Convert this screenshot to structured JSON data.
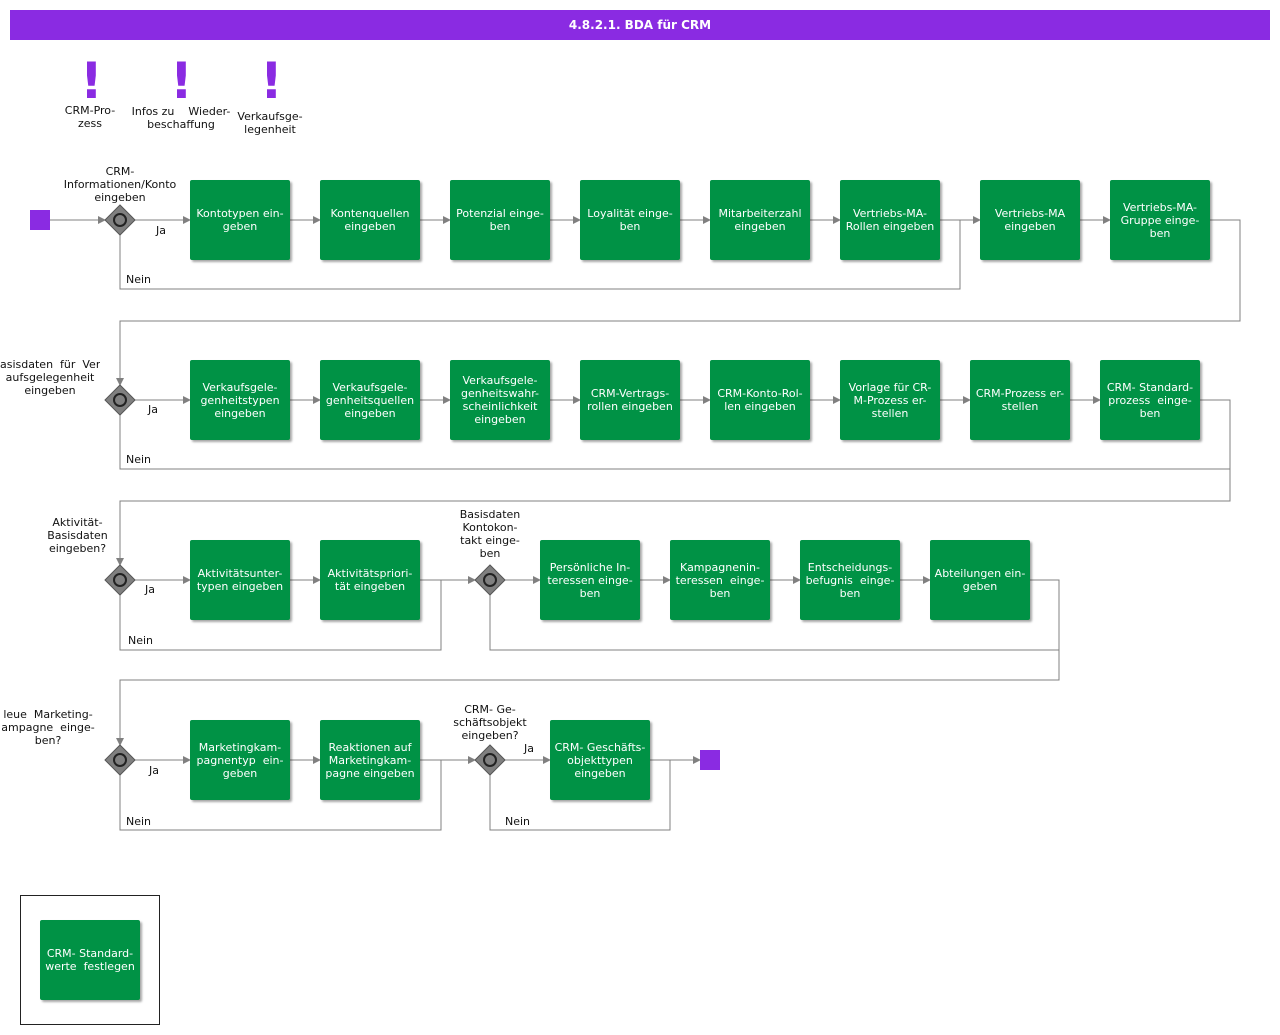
{
  "title": "4.8.2.1. BDA für CRM",
  "marks": [
    {
      "id": "m1",
      "label": "CRM-Pro-\nzess"
    },
    {
      "id": "m2",
      "label": "Infos zu    Wieder-\nbeschaffung"
    },
    {
      "id": "m3",
      "label": "Verkaufsge-\nlegenheit"
    }
  ],
  "gateways": [
    {
      "id": "g1",
      "label": "CRM-\nInformationen/Konto\neingeben"
    },
    {
      "id": "g2",
      "label": "asisdaten  für  Ver-\naufsgelegenheit\neingeben"
    },
    {
      "id": "g3",
      "label": "Aktivität-\nBasisdaten\neingeben?"
    },
    {
      "id": "g4",
      "label": "Basisdaten\nKontokon-\ntakt einge-\nben"
    },
    {
      "id": "g5",
      "label": "leue  Marketing-\nampagne  einge-\nben?"
    },
    {
      "id": "g6",
      "label": "CRM- Ge-\nschäftsobjekt\neingeben?"
    }
  ],
  "tasks": [
    {
      "id": "t1",
      "label": "Kontotypen ein-\ngeben"
    },
    {
      "id": "t2",
      "label": "Kontenquellen\neingeben"
    },
    {
      "id": "t3",
      "label": "Potenzial einge-\nben"
    },
    {
      "id": "t4",
      "label": "Loyalität einge-\nben"
    },
    {
      "id": "t5",
      "label": "Mitarbeiterzahl\neingeben"
    },
    {
      "id": "t6",
      "label": "Vertriebs-MA-\nRollen eingeben"
    },
    {
      "id": "t7",
      "label": "Vertriebs-MA\neingeben"
    },
    {
      "id": "t8",
      "label": "Vertriebs-MA-\nGruppe einge-\nben"
    },
    {
      "id": "t9",
      "label": "Verkaufsgele-\ngenheitstypen\neingeben"
    },
    {
      "id": "t10",
      "label": "Verkaufsgele-\ngenheitsquellen\neingeben"
    },
    {
      "id": "t11",
      "label": "Verkaufsgele-\ngenheitswahr-\nscheinlichkeit\neingeben"
    },
    {
      "id": "t12",
      "label": "CRM-Vertrags-\nrollen eingeben"
    },
    {
      "id": "t13",
      "label": "CRM-Konto-Rol-\nlen eingeben"
    },
    {
      "id": "t14",
      "label": "Vorlage für CR-\nM-Prozess er-\nstellen"
    },
    {
      "id": "t15",
      "label": "CRM-Prozess er-\nstellen"
    },
    {
      "id": "t16",
      "label": "CRM- Standard-\nprozess  einge-\nben"
    },
    {
      "id": "t17",
      "label": "Aktivitätsunter-\ntypen eingeben"
    },
    {
      "id": "t18",
      "label": "Aktivitätspriori-\ntät eingeben"
    },
    {
      "id": "t19",
      "label": "Persönliche In-\nteressen einge-\nben"
    },
    {
      "id": "t20",
      "label": "Kampagnenin-\nteressen  einge-\nben"
    },
    {
      "id": "t21",
      "label": "Entscheidungs-\nbefugnis  einge-\nben"
    },
    {
      "id": "t22",
      "label": "Abteilungen ein-\ngeben"
    },
    {
      "id": "t23",
      "label": "Marketingkam-\npagnentyp  ein-\ngeben"
    },
    {
      "id": "t24",
      "label": "Reaktionen auf\nMarketingkam-\npagne eingeben"
    },
    {
      "id": "t25",
      "label": "CRM- Geschäfts-\nobjekttypen\neingeben"
    },
    {
      "id": "t26",
      "label": "CRM- Standard-\nwerte  festlegen"
    }
  ],
  "edge_labels": [
    {
      "id": "e1",
      "text": "Ja"
    },
    {
      "id": "e2",
      "text": "Nein"
    },
    {
      "id": "e3",
      "text": "Ja"
    },
    {
      "id": "e4",
      "text": "Nein"
    },
    {
      "id": "e5",
      "text": "Ja"
    },
    {
      "id": "e6",
      "text": "Nein"
    },
    {
      "id": "e7",
      "text": "Ja"
    },
    {
      "id": "e8",
      "text": "Nein"
    },
    {
      "id": "e9",
      "text": "Ja"
    },
    {
      "id": "e10",
      "text": "Nein"
    }
  ],
  "colors": {
    "accent": "#8a2be2",
    "task": "#009245",
    "gateway": "#808080",
    "line": "#808080"
  }
}
